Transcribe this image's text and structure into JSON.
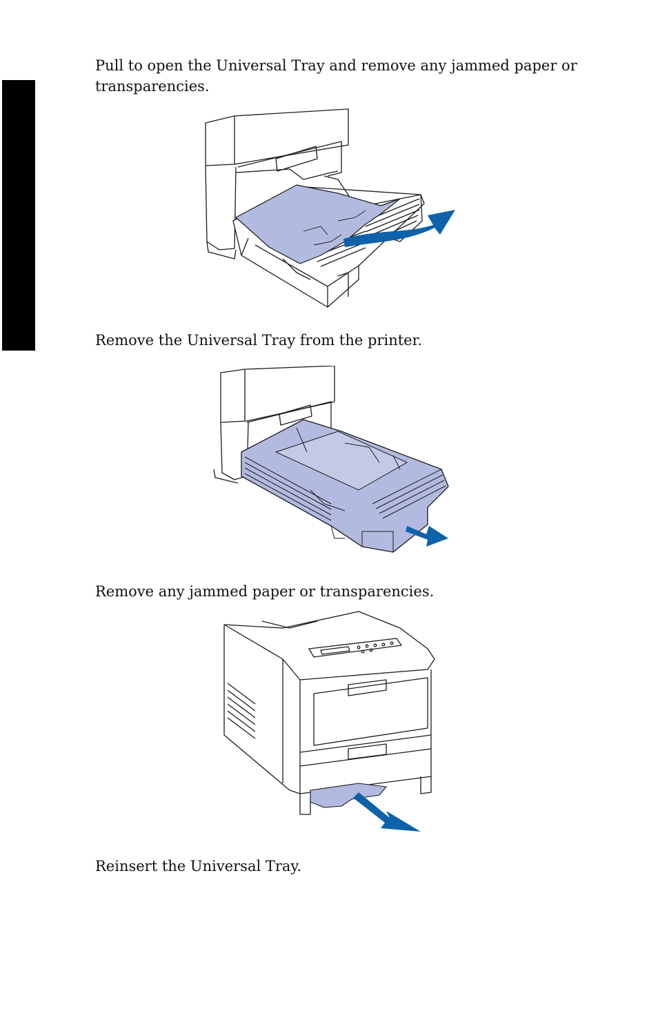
{
  "steps": [
    {
      "text": "Pull to open the Universal Tray and remove any jammed paper or transparencies."
    },
    {
      "text": "Remove the Universal Tray from the printer."
    },
    {
      "text": "Remove any jammed paper or transparencies."
    },
    {
      "text": "Reinsert the Universal Tray."
    }
  ],
  "colors": {
    "tab": "#000000",
    "paper_fill": "#b3badf",
    "tray_fill": "#b3badf",
    "arrow": "#0d62aa",
    "line": "#1a1a1a"
  },
  "icons": [
    "tray-open-illustration",
    "tray-removed-illustration",
    "printer-jam-illustration",
    "pull-arrow-icon"
  ]
}
